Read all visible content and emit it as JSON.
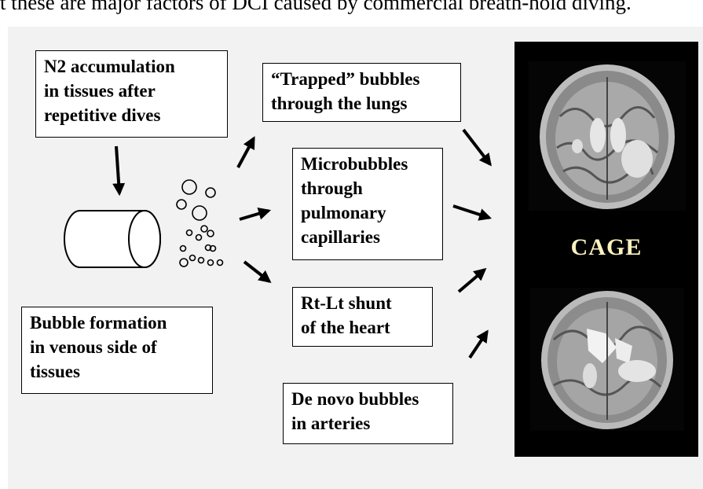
{
  "caption": "t these are major factors of DCI caused by commercial breath-hold diving.",
  "boxes": {
    "n2": [
      "N2 accumulation",
      "in tissues after",
      "repetitive dives"
    ],
    "bubble_formation": [
      "Bubble formation",
      "in venous side of",
      "tissues"
    ],
    "trapped": [
      "“Trapped” bubbles",
      "through the lungs"
    ],
    "microbubbles": [
      "Microbubbles",
      "through",
      "pulmonary",
      "capillaries"
    ],
    "shunt": [
      "Rt-Lt shunt",
      "of the heart"
    ],
    "de_novo": [
      "De novo bubbles",
      "in arteries"
    ]
  },
  "cage_label": "CAGE",
  "colors": {
    "background": "#f2f2f2",
    "box": "#ffffff",
    "mri_panel": "#000000",
    "cage_text": "#fbf2c0"
  }
}
